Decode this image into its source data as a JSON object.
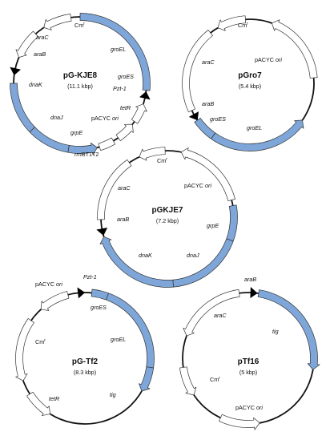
{
  "colors": {
    "gene_blue": "#7ea6d8",
    "gene_white": "#ffffff",
    "backbone": "#111111",
    "outline": "#333333"
  },
  "plasmids": [
    {
      "id": "pg-kje8",
      "name": "pG-KJE8",
      "size": "(11.1 kbp)",
      "labels": {
        "cm": "Cm",
        "cm_sup": "r",
        "arac": "araC",
        "arab": "araB",
        "dnak": "dnaK",
        "dnaj": "dnaJ",
        "grpe": "grpE",
        "rrnb": "rrnBT1T2",
        "pacyc": "pACYC",
        "ori": "ori",
        "tetr": "tetR",
        "pzt": "Pzt-1",
        "groes": "groES",
        "groel": "groEL"
      }
    },
    {
      "id": "pgro7",
      "name": "pGro7",
      "size": "(5.4 kbp)",
      "labels": {
        "cm": "Cm",
        "cm_sup": "r",
        "arac": "araC",
        "arab": "araB",
        "pacyc": "pACYC",
        "ori": "ori",
        "groes": "groES",
        "groel": "groEL"
      }
    },
    {
      "id": "pgkje7",
      "name": "pGKJE7",
      "size": "(7.2 kbp)",
      "labels": {
        "cm": "Cm",
        "cm_sup": "r",
        "arac": "araC",
        "arab": "araB",
        "pacyc": "pACYC",
        "ori": "ori",
        "grpe": "grpE",
        "dnak": "dnaK",
        "dnaj": "dnaJ"
      }
    },
    {
      "id": "pg-tf2",
      "name": "pG-Tf2",
      "size": "(8.3 kbp)",
      "labels": {
        "pacyc": "pACYC",
        "ori": "ori",
        "pzt": "Pzt-1",
        "groes": "groES",
        "groel": "groEL",
        "cm": "Cm",
        "cm_sup": "r",
        "tetr": "tetR",
        "tig": "tig"
      }
    },
    {
      "id": "ptf16",
      "name": "pTf16",
      "size": "(5 kbp)",
      "labels": {
        "arab": "araB",
        "arac": "araC",
        "tig": "tig",
        "cm": "Cm",
        "cm_sup": "r",
        "pacyc": "pACYC",
        "ori": "ori"
      }
    }
  ]
}
